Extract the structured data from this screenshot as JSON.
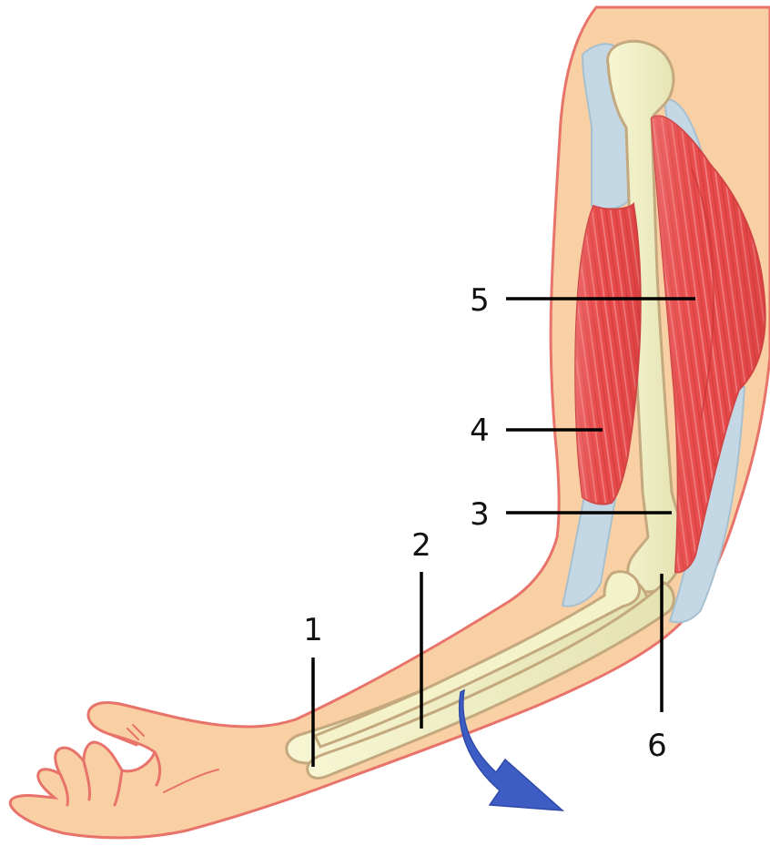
{
  "labels": {
    "l1": "1",
    "l2": "2",
    "l3": "3",
    "l4": "4",
    "l5": "5",
    "l6": "6"
  },
  "colors": {
    "skin": "#f9cfa4",
    "skin_outline": "#e8736b",
    "bone": "#eeeebe",
    "bone_outline": "#c4a87e",
    "tendon": "#c3d8e4",
    "muscle": "#e84a4a",
    "arrow": "#3d5cc4"
  }
}
